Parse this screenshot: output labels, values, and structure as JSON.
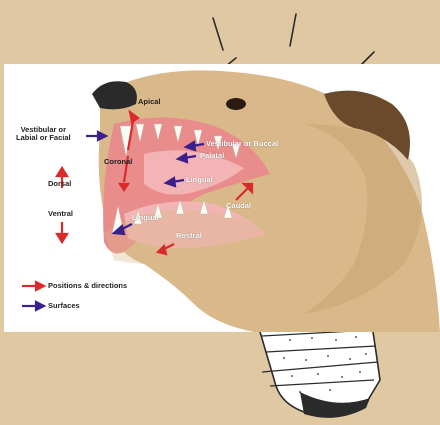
{
  "colors": {
    "background": "#e0c9a2",
    "position_arrow": "#d92b2b",
    "surface_arrow": "#3b1f8c",
    "fur": "#d9b98a",
    "mouth": "#e88c8c"
  },
  "labels": {
    "apical": "Apical",
    "vestibular_labial": "Vestibular or\nLabial or Facial",
    "coronal": "Coronal",
    "vestibular_buccal": "Vestibular or Buccal",
    "palatal": "Palatal",
    "lingual_upper": "Lingual",
    "dorsal": "Dorsal",
    "ventral": "Ventral",
    "lingual_lower": "Lingual",
    "caudal": "Caudal",
    "rostral": "Rostral"
  },
  "legend": {
    "positions": "Positions & directions",
    "surfaces": "Surfaces"
  },
  "icons": {
    "lightbulb": "lightbulb-icon"
  }
}
